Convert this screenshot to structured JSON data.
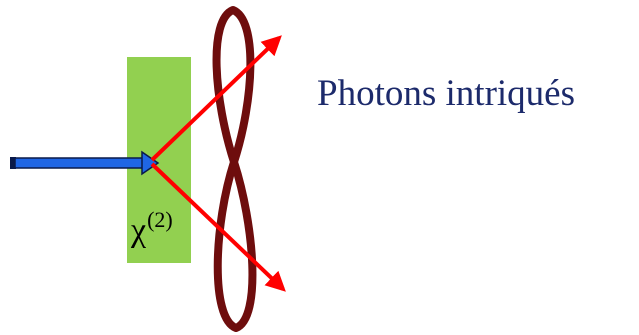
{
  "diagram": {
    "label": "Photons intriqués",
    "crystal_label_symbol": "χ",
    "crystal_label_order": "(2)",
    "colors": {
      "crystal": "#92d050",
      "pump_beam": "#1f66e5",
      "pump_outline": "#0a1a4a",
      "output_beams": "#ff0000",
      "entanglement_loop": "#6e0d0d",
      "label_text": "#1c2a6b"
    }
  }
}
